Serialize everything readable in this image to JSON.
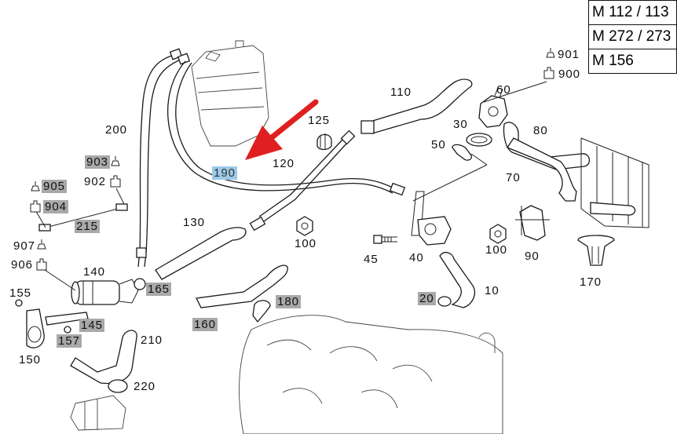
{
  "model_table": [
    "M 112 / 113",
    "M 272 / 273",
    "M 156"
  ],
  "highlight_color": "#9ccbe8",
  "callout_color": "#e02020",
  "parts": [
    {
      "id": "p200",
      "label": "200",
      "style": "plain"
    },
    {
      "id": "p190",
      "label": "190",
      "style": "blue"
    },
    {
      "id": "p120",
      "label": "120",
      "style": "plain"
    },
    {
      "id": "p125",
      "label": "125",
      "style": "plain"
    },
    {
      "id": "p110",
      "label": "110",
      "style": "plain"
    },
    {
      "id": "p60",
      "label": "60",
      "style": "plain"
    },
    {
      "id": "p30",
      "label": "30",
      "style": "plain"
    },
    {
      "id": "p50",
      "label": "50",
      "style": "plain"
    },
    {
      "id": "p80",
      "label": "80",
      "style": "plain"
    },
    {
      "id": "p70",
      "label": "70",
      "style": "plain"
    },
    {
      "id": "p901",
      "label": "901",
      "style": "plain"
    },
    {
      "id": "p900",
      "label": "900",
      "style": "plain"
    },
    {
      "id": "p903",
      "label": "903",
      "style": "grey"
    },
    {
      "id": "p902",
      "label": "902",
      "style": "plain"
    },
    {
      "id": "p905",
      "label": "905",
      "style": "grey"
    },
    {
      "id": "p904",
      "label": "904",
      "style": "grey"
    },
    {
      "id": "p215",
      "label": "215",
      "style": "grey"
    },
    {
      "id": "p907",
      "label": "907",
      "style": "plain"
    },
    {
      "id": "p906",
      "label": "906",
      "style": "plain"
    },
    {
      "id": "p130",
      "label": "130",
      "style": "plain"
    },
    {
      "id": "p100a",
      "label": "100",
      "style": "plain"
    },
    {
      "id": "p45",
      "label": "45",
      "style": "plain"
    },
    {
      "id": "p40",
      "label": "40",
      "style": "plain"
    },
    {
      "id": "p100b",
      "label": "100",
      "style": "plain"
    },
    {
      "id": "p90",
      "label": "90",
      "style": "plain"
    },
    {
      "id": "p170",
      "label": "170",
      "style": "plain"
    },
    {
      "id": "p140",
      "label": "140",
      "style": "plain"
    },
    {
      "id": "p165",
      "label": "165",
      "style": "grey"
    },
    {
      "id": "p155",
      "label": "155",
      "style": "plain"
    },
    {
      "id": "p145",
      "label": "145",
      "style": "grey"
    },
    {
      "id": "p157",
      "label": "157",
      "style": "grey"
    },
    {
      "id": "p150",
      "label": "150",
      "style": "plain"
    },
    {
      "id": "p160",
      "label": "160",
      "style": "grey"
    },
    {
      "id": "p180",
      "label": "180",
      "style": "grey"
    },
    {
      "id": "p20",
      "label": "20",
      "style": "grey"
    },
    {
      "id": "p10",
      "label": "10",
      "style": "plain"
    },
    {
      "id": "p210",
      "label": "210",
      "style": "plain"
    },
    {
      "id": "p220",
      "label": "220",
      "style": "plain"
    }
  ],
  "icons": {
    "weight_icon": "weight-icon",
    "connector_icon": "connector-icon"
  }
}
